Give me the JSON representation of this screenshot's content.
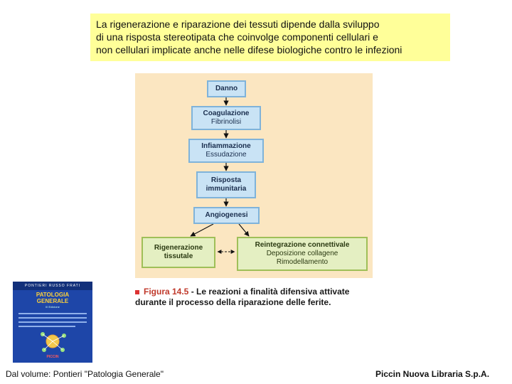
{
  "intro": {
    "lines": [
      "La rigenerazione e riparazione dei tessuti dipende dalla sviluppo",
      "di una risposta stereotipata che coinvolge componenti cellulari e",
      "non cellulari implicate anche nelle difese biologiche contro le infezioni"
    ]
  },
  "diagram": {
    "nodes": {
      "danno": {
        "main": "Danno"
      },
      "coagulazione": {
        "main": "Coagulazione",
        "sub": "Fibrinolisi"
      },
      "infiammazione": {
        "main": "Infiammazione",
        "sub": "Essudazione"
      },
      "risposta": {
        "main": "Risposta immunitaria"
      },
      "angiogenesi": {
        "main": "Angiogenesi"
      },
      "rigenerazione": {
        "main": "Rigenerazione tissutale"
      },
      "reintegrazione": {
        "main": "Reintegrazione connettivale",
        "sub1": "Deposizione collagene",
        "sub2": "Rimodellamento"
      }
    },
    "colors": {
      "background": "#fbe6c1",
      "blue_box": "#c9e3f5",
      "green_box": "#e4efc2",
      "arrow": "#111111"
    }
  },
  "caption": {
    "label": "Figura 14.5",
    "text": " - Le reazioni a finalità difensiva attivate durante il processo della riparazione delle ferite."
  },
  "book": {
    "authors": "PONTIERI   RUSSO   FRATI",
    "title_line1": "PATOLOGIA",
    "title_line2": "GENERALE",
    "edition": "III Edizione",
    "publisher": "PICCIN"
  },
  "footer": {
    "source": "Dal volume: Pontieri \"Patologia Generale\"",
    "publisher": "Piccin Nuova Libraria S.p.A."
  }
}
